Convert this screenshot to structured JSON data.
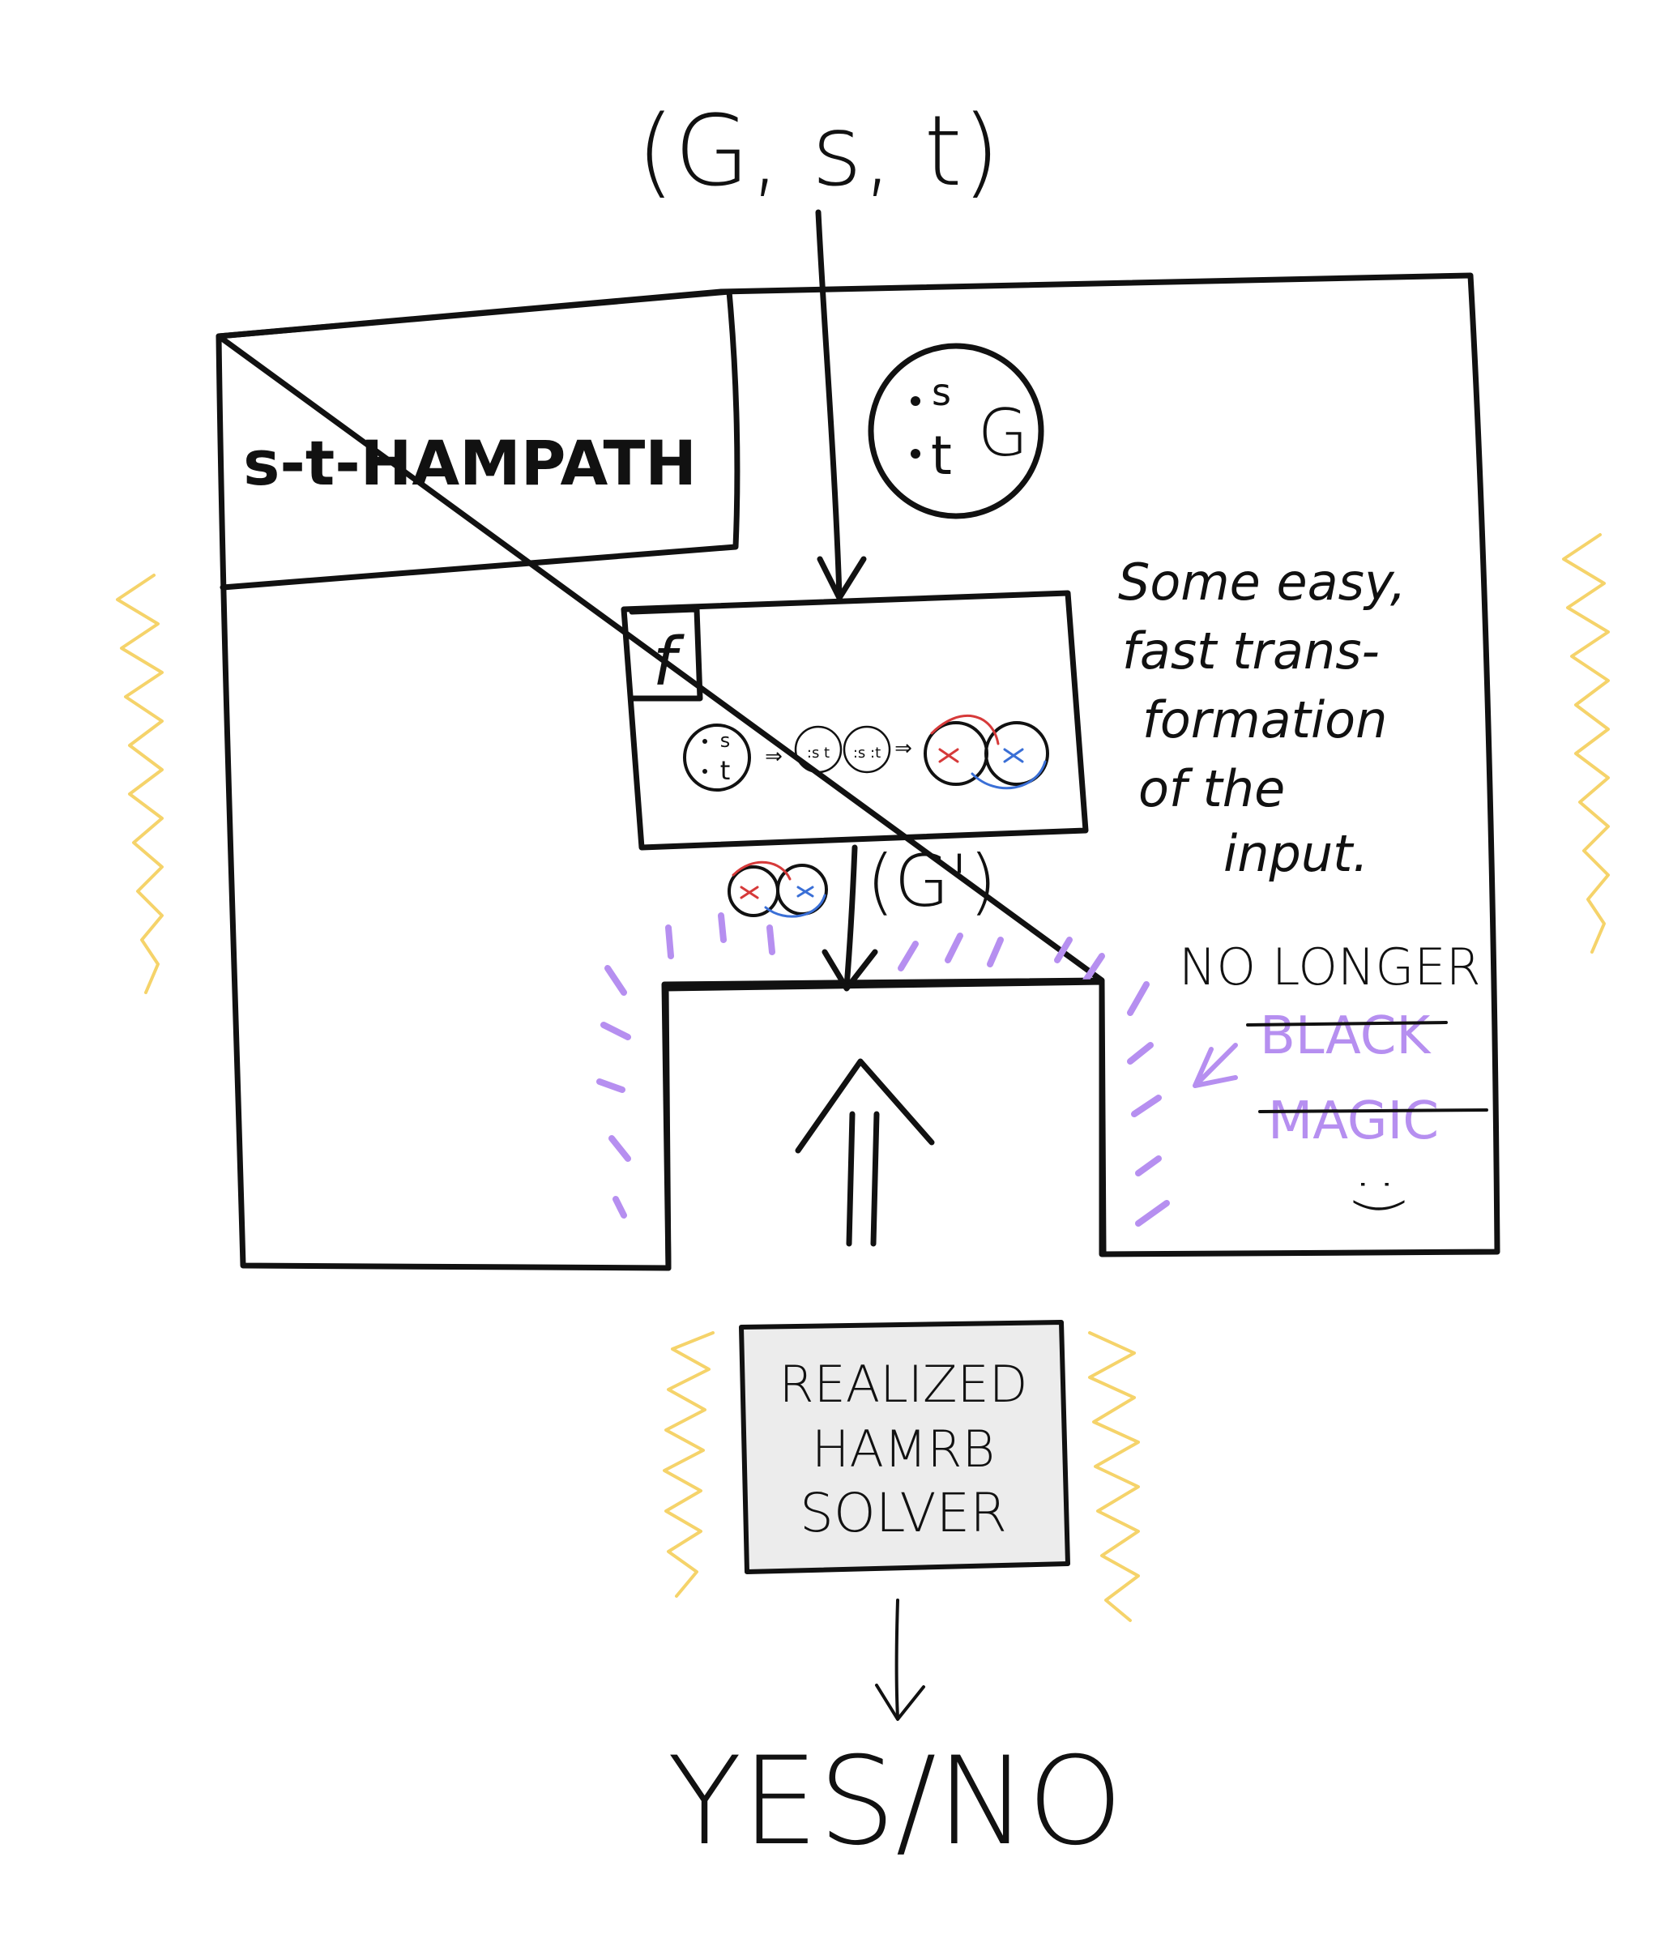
{
  "diagram": {
    "input_label": "(G, s, t)",
    "outer_box_label": "s-t-HAMPATH",
    "graph_circle_labels": {
      "s": "s",
      "t": "t",
      "g": "G"
    },
    "transform_box_label": "f",
    "transform_note": {
      "line1": "Some easy,",
      "line2": "fast trans-",
      "line3": "formation",
      "line4": "of the",
      "line5": "input."
    },
    "intermediate_label": "(G')",
    "annotation": {
      "line1": "NO LONGER",
      "line2": "BLACK",
      "line3": "MAGIC",
      "smiley": ":)"
    },
    "solver_box": {
      "line1": "REALIZED",
      "line2": "HAMRB",
      "line3": "SOLVER"
    },
    "output_label": "YES/NO",
    "colors": {
      "ink": "#111111",
      "highlight_yellow": "#f5d36a",
      "glow_purple": "#b68ff0",
      "solver_fill": "#ececec",
      "red": "#d63a3a",
      "blue": "#3a6fd6"
    }
  }
}
